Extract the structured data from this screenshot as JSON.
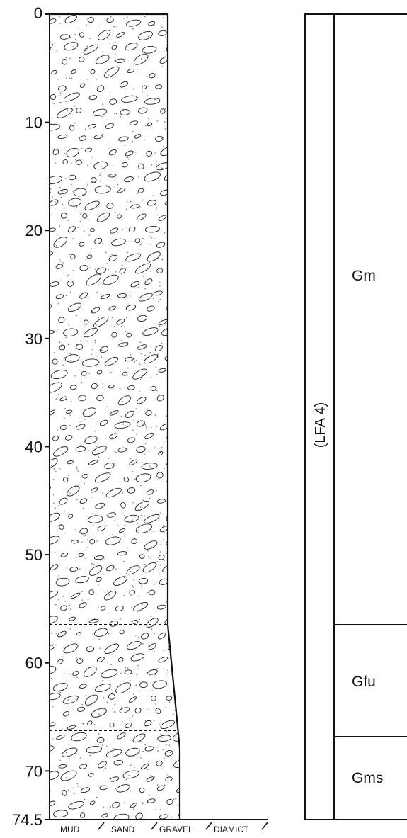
{
  "log": {
    "depth_ticks": [
      "0",
      "10",
      "20",
      "30",
      "40",
      "50",
      "60",
      "70",
      "74.5"
    ],
    "grain_scale": [
      "MUD",
      "SAND",
      "GRAVEL",
      "DIAMICT"
    ],
    "facies_association": "(LFA 4)",
    "facies": [
      {
        "code": "Gm",
        "top": 0,
        "base": 56.3
      },
      {
        "code": "Gfu",
        "top": 56.3,
        "base": 66.0
      },
      {
        "code": "Gms",
        "top": 66.0,
        "base": 74.5
      }
    ],
    "max_depth": 74.5
  },
  "colors": {
    "line": "#111111",
    "background": "#ffffff"
  }
}
